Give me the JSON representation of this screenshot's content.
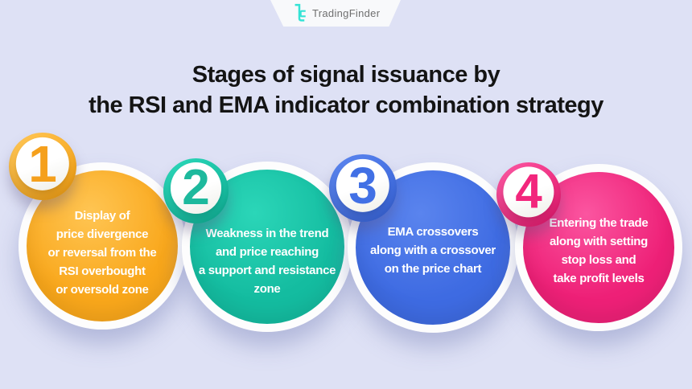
{
  "page": {
    "background_color": "#dee1f5"
  },
  "header": {
    "banner_color": "#f8f9fb",
    "logo": {
      "brand": "TradingFinder",
      "icon": "tradingfinder-logo-icon",
      "icon_color": "#35e3d5",
      "text_color": "#6f6f6f"
    }
  },
  "title": {
    "line1": "Stages of signal issuance by",
    "line2": "the RSI and EMA indicator combination strategy",
    "color": "#141414"
  },
  "stages": [
    {
      "number": "1",
      "color": "#f9a71b",
      "color_light": "#ffc553",
      "number_color": "#f5a01c",
      "label_lines": [
        "Display of",
        "price divergence",
        "or reversal from the",
        "RSI overbought",
        "or oversold zone"
      ]
    },
    {
      "number": "2",
      "color": "#14bca0",
      "color_light": "#2bd6b8",
      "number_color": "#1db99d",
      "label_lines": [
        "Weakness in the trend",
        "and price reaching",
        "a support and resistance",
        "zone"
      ]
    },
    {
      "number": "3",
      "color": "#3e6be2",
      "color_light": "#5a84ee",
      "number_color": "#4170e5",
      "label_lines": [
        "EMA crossovers",
        "along with a crossover",
        "on the price chart"
      ]
    },
    {
      "number": "4",
      "color": "#ee2077",
      "color_light": "#fb55a0",
      "number_color": "#f2267c",
      "label_lines": [
        "Entering the trade",
        "along with setting",
        "stop loss and",
        "take profit levels"
      ]
    }
  ]
}
